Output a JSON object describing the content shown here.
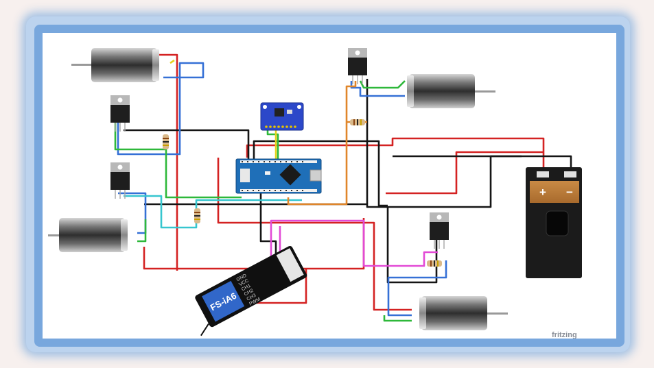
{
  "battery": {
    "plus": "+",
    "minus": "−"
  },
  "receiver": {
    "label": "FS-iA6",
    "pins": [
      "GND",
      "VCC",
      "CH1",
      "CH2",
      "CH3",
      "PWM"
    ]
  },
  "watermark": "fritzing",
  "colors": {
    "wire_red": "#d42222",
    "wire_black": "#151515",
    "wire_blue": "#3570d6",
    "wire_green": "#2eb83a",
    "wire_yellow": "#e6d21c",
    "wire_cyan": "#36c6cf",
    "wire_orange": "#e0862a",
    "wire_magenta": "#e24ad6",
    "board": "#1f6fb8",
    "sensor": "#2c48c9",
    "battery_orange": "#c98a45"
  }
}
